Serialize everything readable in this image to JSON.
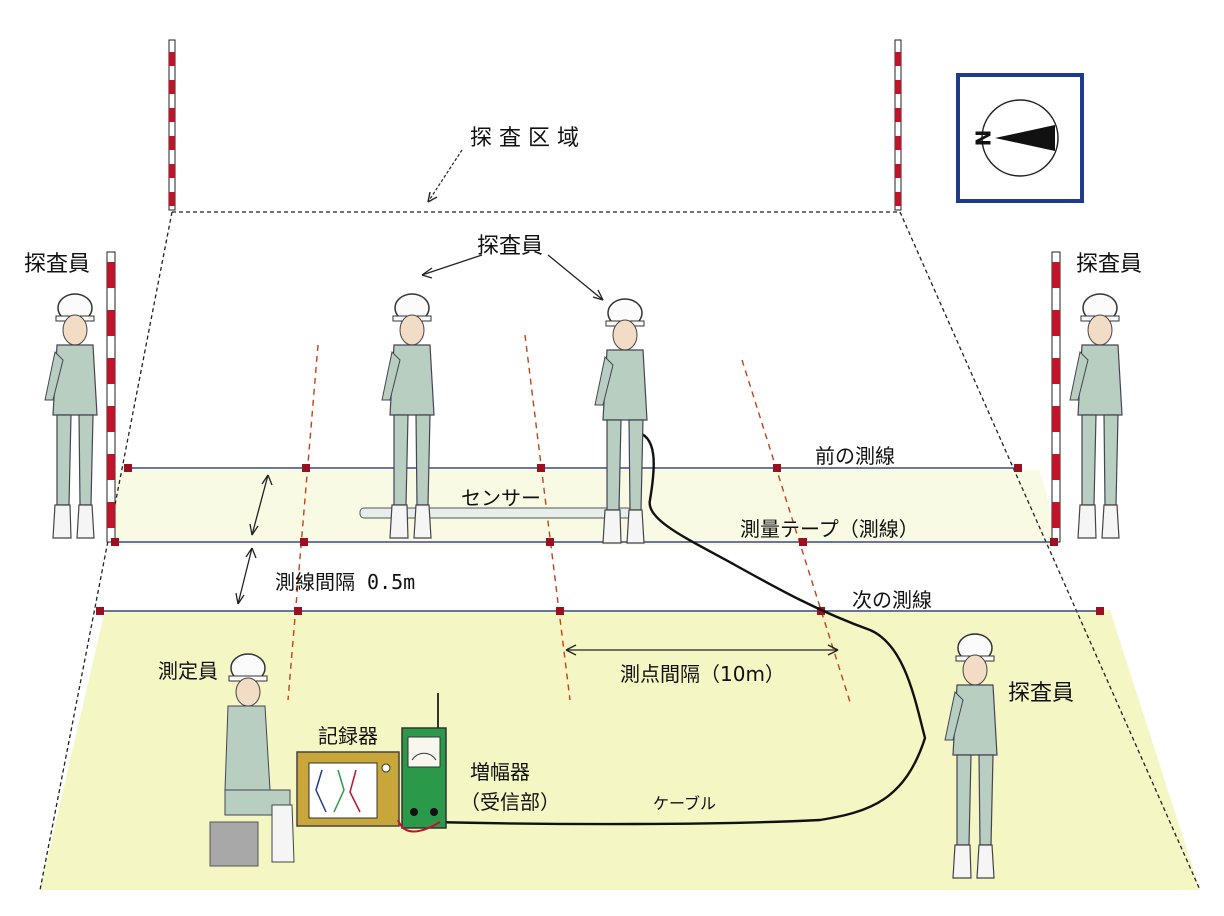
{
  "labels": {
    "survey_area": "探 査 区 域",
    "surveyor": "探査員",
    "front_line": "前の測線",
    "sensor": "センサー",
    "tape": "測量テープ（測線）",
    "line_spacing": "測線間隔 0.5m",
    "next_line": "次の測線",
    "point_spacing": "測点間隔（10m）",
    "measurer": "測定員",
    "recorder": "記録器",
    "amplifier": "増幅器",
    "receiver": "（受信部）",
    "cable": "ケーブル",
    "compass_n": "N"
  },
  "colors": {
    "ground_fill": "#f4f6c4",
    "line_blue": "#3a4a8a",
    "marker_red": "#9a1020",
    "dashed_orange": "#c0441a",
    "compass_border": "#1f3c8c",
    "person_suit": "#b8cec0",
    "device_green": "#2a9a4a",
    "recorder_gold": "#c8a63a"
  }
}
